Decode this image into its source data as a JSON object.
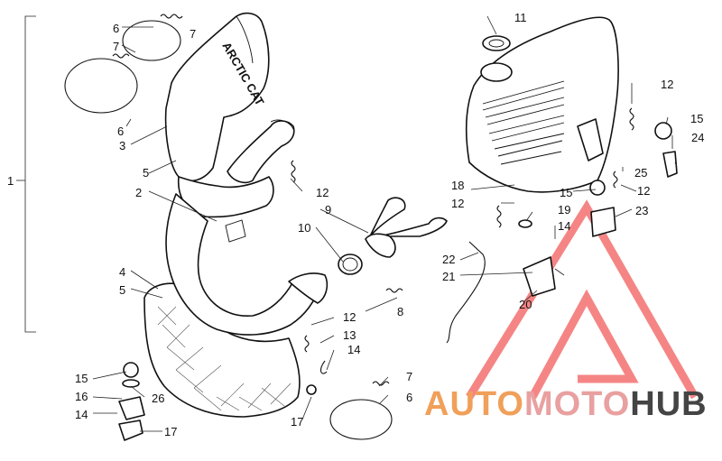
{
  "diagram": {
    "part_callouts": [
      "1",
      "2",
      "3",
      "4",
      "5",
      "5",
      "6",
      "6",
      "6",
      "7",
      "7",
      "7",
      "8",
      "9",
      "10",
      "11",
      "12",
      "12",
      "12",
      "12",
      "12",
      "13",
      "14",
      "14",
      "14",
      "15",
      "15",
      "15",
      "16",
      "17",
      "17",
      "18",
      "19",
      "20",
      "21",
      "22",
      "23",
      "24",
      "25",
      "26"
    ]
  },
  "stamp_text": "ARCTIC CAT",
  "watermark": {
    "brand_auto": "AUTO",
    "brand_moto": "MOTO",
    "brand_hub": "HUB",
    "colors": {
      "auto": "#f0a05a",
      "moto": "#e9a0a0",
      "hub": "#444444",
      "logo": "#f25c5c"
    }
  }
}
